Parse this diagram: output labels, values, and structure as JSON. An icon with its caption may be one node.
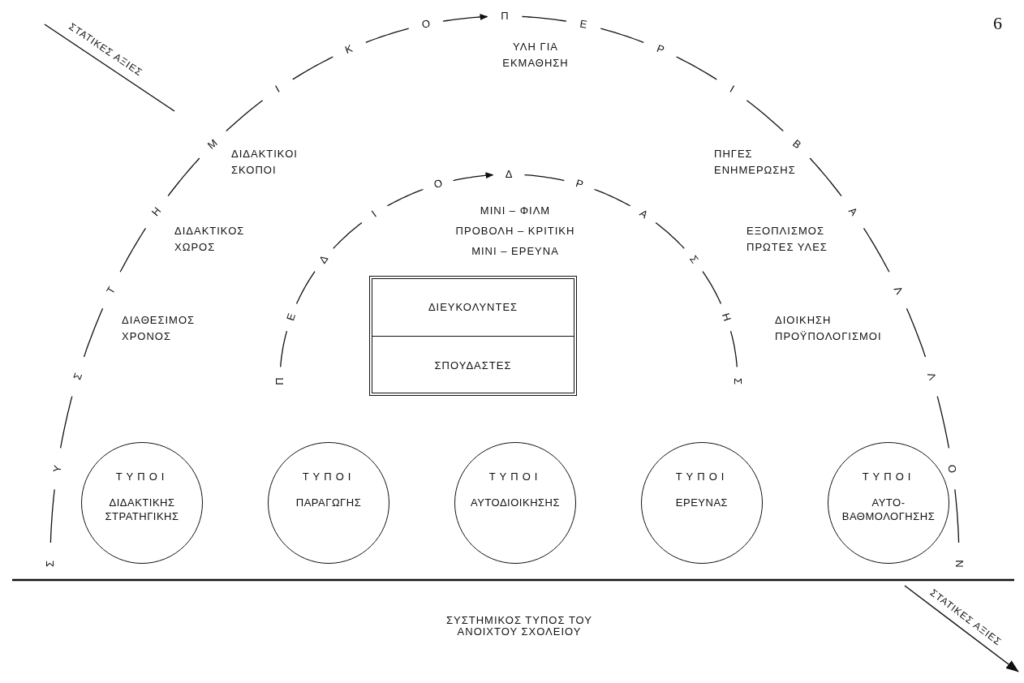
{
  "diagram": {
    "caption": "ΣΥΣΤΗΜΙΚΟΣ ΤΥΠΟΣ ΤΟΥ ΑΝΟΙΧΤΟΥ ΣΧΟΛΕΙΟΥ",
    "nodes": [
      {
        "text": [
          "ΔΙΕΥΚΟΛΥΝΤΕΣ",
          "ΣΠΟΥΔΑΣΤΕΣ"
        ]
      },
      {
        "text": [
          "ΤΥΠΟΙ",
          "ΔΙΔΑΚΤΙΚΗΣ ΣΤΡΑΤΗΓΙΚΗΣ"
        ]
      },
      {
        "text": [
          "ΤΥΠΟΙ",
          "ΠΑΡΑΓΩΓΗΣ"
        ]
      },
      {
        "text": [
          "ΤΥΠΟΙ",
          "ΑΥΤΟΔΙΟΙΚΗΣΗΣ"
        ]
      },
      {
        "text": [
          "ΤΥΠΟΙ",
          "ΕΡΕΥΝΑΣ"
        ]
      },
      {
        "text": [
          "ΤΥΠΟΙ",
          "ΑΥΤΟ- ΒΑΘΜΟΛΟΓΗΣΗΣ"
        ]
      }
    ],
    "labels": [
      "ΣΤΑΤΙΚΕΣ ΑΞΙΕΣ",
      "Σ",
      "Υ",
      "Σ",
      "Τ",
      "Η",
      "Μ",
      "Ι",
      "Κ",
      "Ο",
      "Π",
      "Ε",
      "Ρ",
      "Ι",
      "Β",
      "Α",
      "Λ",
      "Λ",
      "Ο",
      "Ν",
      "6",
      "ΥΛΗ ΓΙΑ ΕΚΜΑΘΗΣΗ",
      "ΔΙΔΑΚΤΙΚΟΙ ΣΚΟΠΟΙ",
      "ΠΗΓΕΣ ΕΝΗΜΕΡΩΣΗΣ",
      "Π",
      "Ε",
      "Δ",
      "Ι",
      "Ο",
      "Δ",
      "Ρ",
      "Α",
      "Σ",
      "Η",
      "Σ",
      "ΜΙΝΙ – ΦΙΛΜ",
      "ΠΡΟΒΟΛΗ – ΚΡΙΤΙΚΗ",
      "ΜΙΝΙ – ΕΡΕΥΝΑ",
      "ΔΙΔΑΚΤΙΚΟΣ ΧΩΡΟΣ",
      "ΕΞΟΠΛΙΣΜΟΣ ΠΡΩΤΕΣ ΥΛΕΣ",
      "ΔΙΑΘΕΣΙΜΟΣ ΧΡΟΝΟΣ",
      "ΔΙΟΙΚΗΣΗ ΠΡΟΫΠΟΛΟΓΙΣΜΟΙ",
      "ΣΤΑΤΙΚΕΣ ΑΞΙΕΣ"
    ]
  }
}
